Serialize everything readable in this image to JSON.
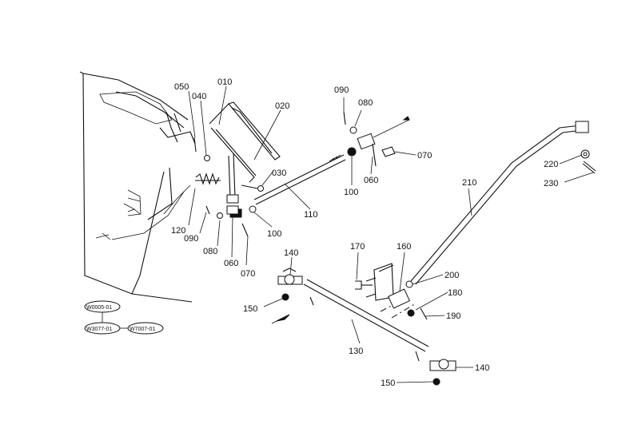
{
  "callouts": {
    "c010": "010",
    "c020": "020",
    "c030": "030",
    "c040": "040",
    "c050": "050",
    "c060a": "060",
    "c060b": "060",
    "c070a": "070",
    "c070b": "070",
    "c080a": "080",
    "c080b": "080",
    "c090a": "090",
    "c090b": "090",
    "c100a": "100",
    "c100b": "100",
    "c110": "110",
    "c120": "120",
    "c130": "130",
    "c140a": "140",
    "c140b": "140",
    "c150a": "150",
    "c150b": "150",
    "c160": "160",
    "c170": "170",
    "c180": "180",
    "c190": "190",
    "c200": "200",
    "c210": "210",
    "c220": "220",
    "c230": "230"
  },
  "references": {
    "r1": "W0005-01",
    "r2": "W3077-01",
    "r3": "W7007-01"
  }
}
